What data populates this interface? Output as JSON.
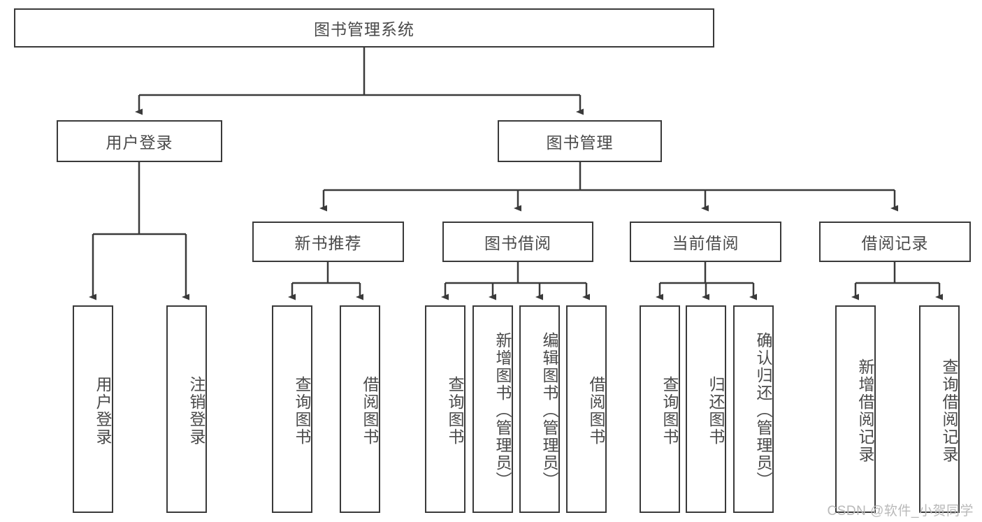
{
  "diagram": {
    "title": "图书管理系统",
    "type": "hierarchy-tree",
    "watermark": "CSDN @软件_小贺同学",
    "colors": {
      "border": "#3a3a3a",
      "text": "#4a4a4a",
      "background": "#ffffff",
      "watermark": "#b9b9b9"
    },
    "root": {
      "label": "图书管理系统"
    },
    "level2": [
      {
        "label": "用户登录"
      },
      {
        "label": "图书管理"
      }
    ],
    "level3": [
      {
        "label": "新书推荐"
      },
      {
        "label": "图书借阅"
      },
      {
        "label": "当前借阅"
      },
      {
        "label": "借阅记录"
      }
    ],
    "leaves": {
      "user_login": [
        {
          "label": "用户登录"
        },
        {
          "label": "注销登录"
        }
      ],
      "new_book_recommend": [
        {
          "label": "查询图书"
        },
        {
          "label": "借阅图书"
        }
      ],
      "book_borrow": [
        {
          "label": "查询图书"
        },
        {
          "label": "新增图书（管理员）"
        },
        {
          "label": "编辑图书（管理员）"
        },
        {
          "label": "借阅图书"
        }
      ],
      "current_borrow": [
        {
          "label": "查询图书"
        },
        {
          "label": "归还图书"
        },
        {
          "label": "确认归还（管理员）"
        }
      ],
      "borrow_record": [
        {
          "label": "新增借阅记录"
        },
        {
          "label": "查询借阅记录"
        }
      ]
    }
  }
}
